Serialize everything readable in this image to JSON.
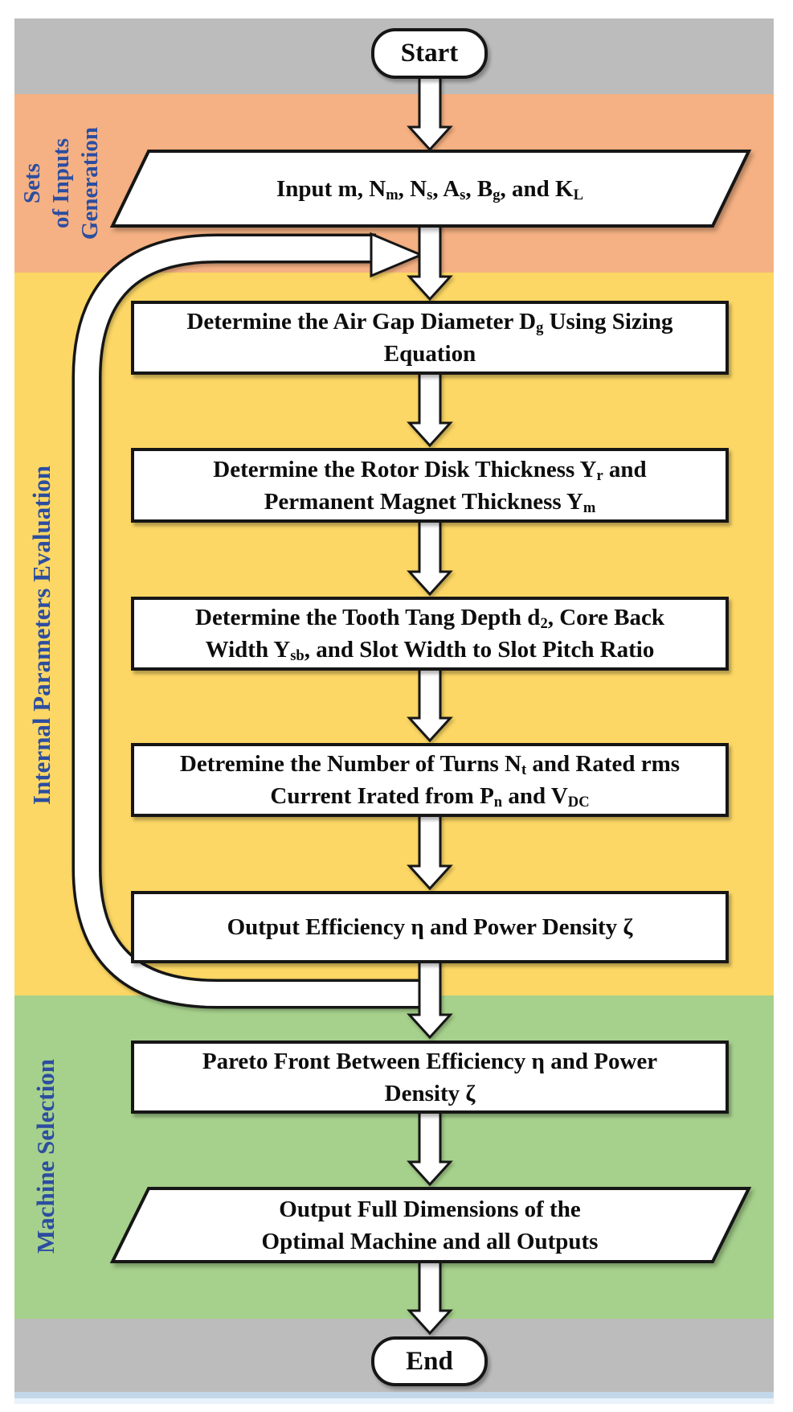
{
  "colors": {
    "band_gray": "#bcbcbc",
    "band_orange": "#f5b183",
    "band_yellow": "#fcd765",
    "band_green": "#a6d18c",
    "label_blue": "#2c4da0",
    "bottom_strip_blue": "#c3d7ea",
    "bottom_strip_pale": "#e9f2fa",
    "shape_fill": "#ffffff",
    "shape_border": "#161616"
  },
  "side_labels": {
    "inputs": [
      "Sets",
      "of Inputs",
      "Generation"
    ],
    "internal": [
      "Internal Parameters Evaluation"
    ],
    "machine": [
      "Machine Selection"
    ]
  },
  "nodes": {
    "start": [
      [
        {
          "t": "Start"
        }
      ]
    ],
    "input": [
      [
        {
          "t": "Input m, N"
        },
        {
          "t": "m",
          "sub": true
        },
        {
          "t": ", N"
        },
        {
          "t": "s",
          "sub": true
        },
        {
          "t": ", A"
        },
        {
          "t": "s",
          "sub": true
        },
        {
          "t": ", B"
        },
        {
          "t": "g",
          "sub": true
        },
        {
          "t": ", and K"
        },
        {
          "t": "L",
          "sub": true
        }
      ]
    ],
    "airgap": [
      [
        {
          "t": "Determine the Air Gap Diameter D"
        },
        {
          "t": "g",
          "sub": true
        },
        {
          "t": " Using Sizing"
        }
      ],
      [
        {
          "t": "Equation"
        }
      ]
    ],
    "rotor": [
      [
        {
          "t": "Determine the Rotor Disk Thickness Y"
        },
        {
          "t": "r",
          "sub": true
        },
        {
          "t": " and"
        }
      ],
      [
        {
          "t": "Permanent Magnet Thickness Y"
        },
        {
          "t": "m",
          "sub": true
        }
      ]
    ],
    "tooth": [
      [
        {
          "t": "Determine the Tooth Tang Depth d"
        },
        {
          "t": "2",
          "sub": true
        },
        {
          "t": ", Core Back"
        }
      ],
      [
        {
          "t": "Width Y"
        },
        {
          "t": "sb",
          "sub": true
        },
        {
          "t": ", and Slot Width to Slot Pitch Ratio"
        }
      ]
    ],
    "turns": [
      [
        {
          "t": "Detremine the Number of Turns N"
        },
        {
          "t": "t",
          "sub": true
        },
        {
          "t": " and Rated rms"
        }
      ],
      [
        {
          "t": "Current Irated from P"
        },
        {
          "t": "n",
          "sub": true
        },
        {
          "t": " and V"
        },
        {
          "t": "DC",
          "sub": true
        }
      ]
    ],
    "effout": [
      [
        {
          "t": "Output Efficiency η and Power Density ζ"
        }
      ]
    ],
    "pareto": [
      [
        {
          "t": "Pareto Front Between Efficiency η and Power"
        }
      ],
      [
        {
          "t": "Density ζ"
        }
      ]
    ],
    "outfull": [
      [
        {
          "t": "Output Full Dimensions of the"
        }
      ],
      [
        {
          "t": "Optimal Machine and all Outputs"
        }
      ]
    ],
    "end": [
      [
        {
          "t": "End"
        }
      ]
    ]
  }
}
